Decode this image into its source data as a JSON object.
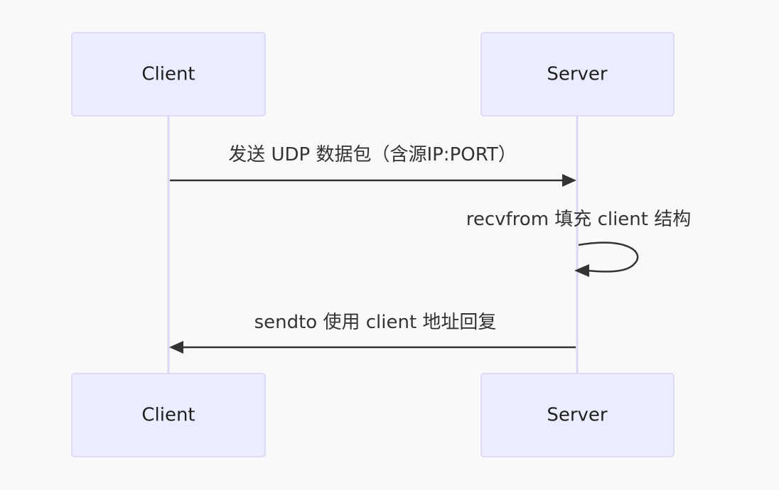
{
  "participants": {
    "client": "Client",
    "server": "Server"
  },
  "messages": {
    "m1": "发送 UDP 数据包（含源IP:PORT）",
    "m2": "recvfrom 填充 client 结构",
    "m3": "sendto 使用 client 地址回复"
  },
  "colors": {
    "background": "#f9f9f9",
    "actor_fill": "#ececff",
    "actor_border": "#d6d3f7",
    "lifeline": "#ddd6f3",
    "arrow": "#333333"
  }
}
